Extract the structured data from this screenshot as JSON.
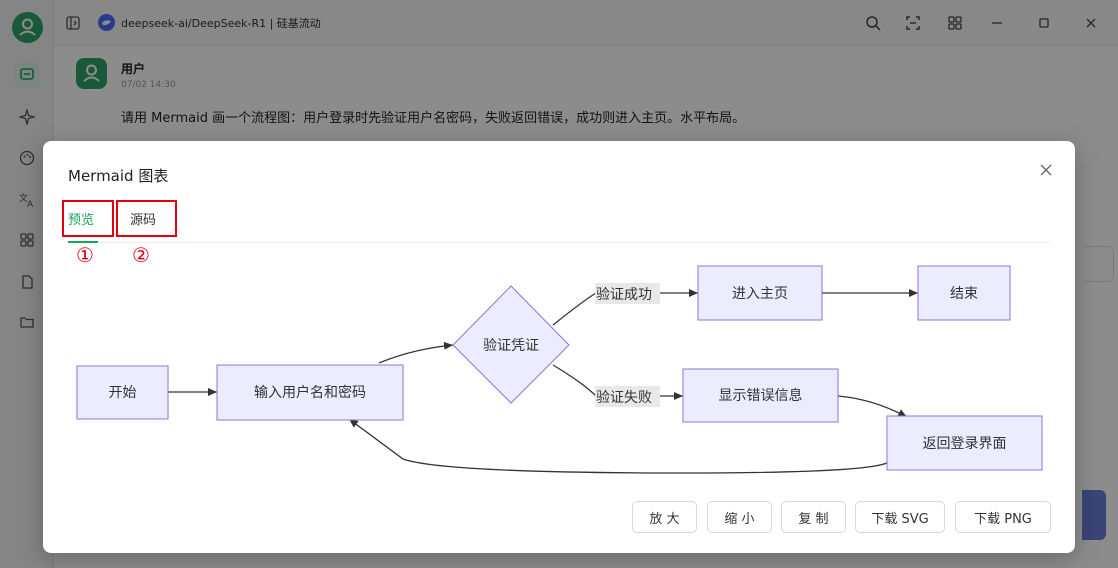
{
  "topbar": {
    "model_title": "deepseek-ai/DeepSeek-R1 | 硅基流动"
  },
  "message": {
    "user": "用户",
    "time": "07/02 14:30",
    "text": "请用 Mermaid 画一个流程图：用户登录时先验证用户名密码，失败返回错误，成功则进入主页。水平布局。"
  },
  "modal": {
    "title": "Mermaid 图表",
    "tabs": [
      {
        "label": "预览",
        "active": true
      },
      {
        "label": "源码",
        "active": false
      }
    ],
    "annotations": [
      "①",
      "②"
    ],
    "buttons": {
      "zoom_in": "放 大",
      "zoom_out": "缩 小",
      "copy": "复 制",
      "download_svg": "下载 SVG",
      "download_png": "下载 PNG"
    }
  },
  "diagram": {
    "nodes": {
      "start": "开始",
      "input": "输入用户名和密码",
      "verify": "验证凭证",
      "home": "进入主页",
      "end": "结束",
      "error": "显示错误信息",
      "back": "返回登录界面"
    },
    "edges": {
      "success": "验证成功",
      "fail": "验证失败"
    }
  },
  "colors": {
    "accent": "#1aa35c",
    "node_fill": "#ececff",
    "node_stroke": "#9370db",
    "highlight": "#e0000f"
  }
}
